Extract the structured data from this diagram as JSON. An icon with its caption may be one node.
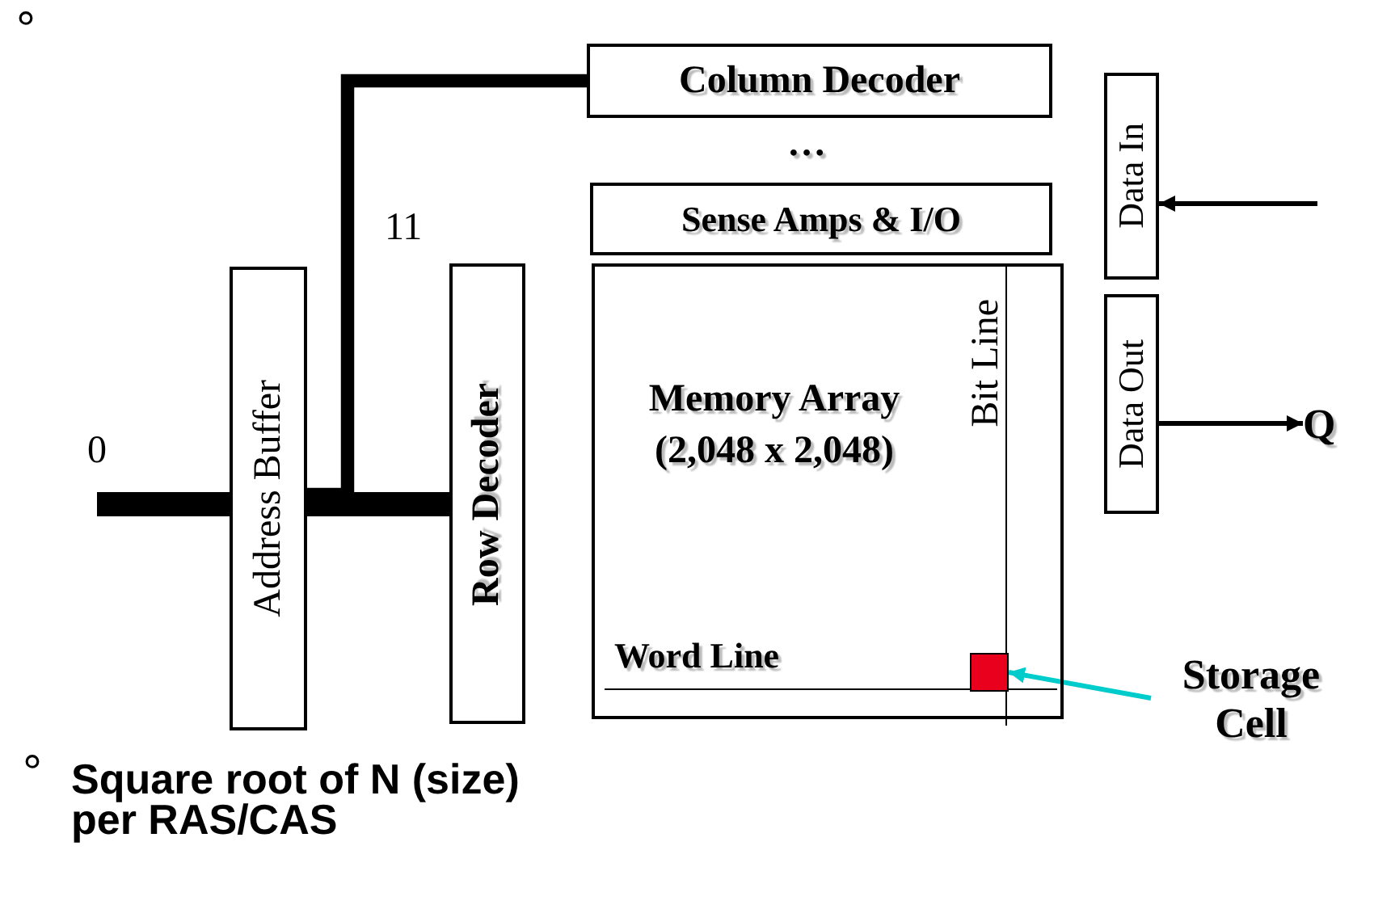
{
  "diagram": {
    "nodes": [
      {
        "text": [
          "Column Decoder"
        ]
      },
      {
        "text": [
          "Sense Amps & I/O"
        ]
      },
      {
        "text": [
          "Memory Array (2,048 x 2,048)"
        ]
      },
      {
        "text": [
          "Address Buffer"
        ]
      },
      {
        "text": [
          "Row Decoder"
        ]
      },
      {
        "text": [
          "Data In"
        ]
      },
      {
        "text": [
          "Data Out"
        ]
      },
      {
        "text": [
          "Storage Cell"
        ]
      },
      {
        "text": [],
        "shape": "box",
        "in": 2
      },
      {
        "text": [
          "Q"
        ]
      }
    ],
    "edges": [
      {
        "from": null,
        "to": 3,
        "arrow": "none",
        "style": "thick"
      },
      {
        "from": 3,
        "to": 4,
        "arrow": "none",
        "style": "thick"
      },
      {
        "from": 3,
        "to": 0,
        "arrow": "none",
        "style": "thick"
      },
      {
        "from": null,
        "to": 5,
        "arrow": "to"
      },
      {
        "from": 6,
        "to": 9,
        "arrow": "to"
      },
      {
        "from": 7,
        "to": 8,
        "arrow": "to",
        "color": "#00cccc"
      }
    ],
    "labels": [
      "°",
      "…",
      "11",
      "0",
      "Bit Line",
      "Word Line",
      "°",
      "Square root of N (size) per RAS/CAS"
    ]
  }
}
